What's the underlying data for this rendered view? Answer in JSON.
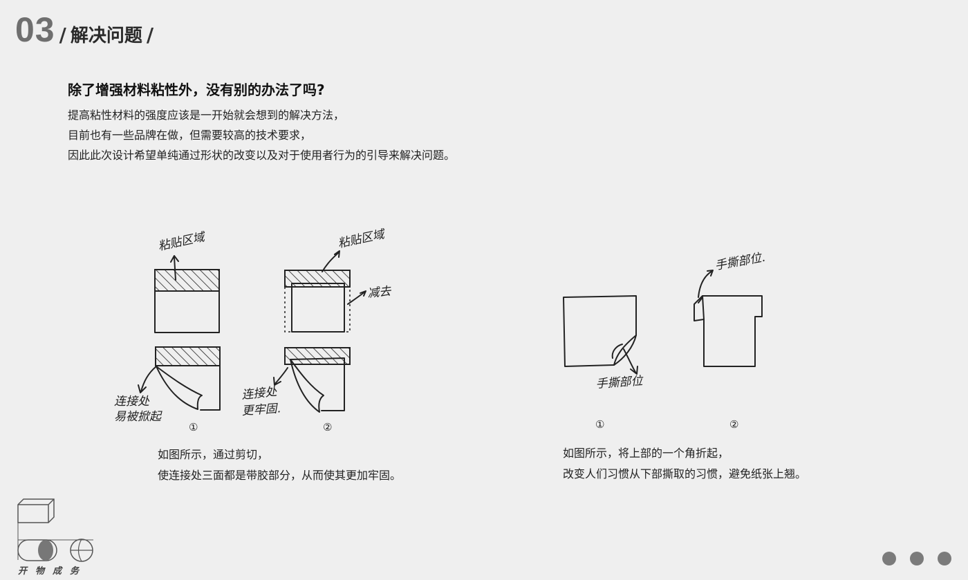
{
  "header": {
    "section_number": "03",
    "slash": "/",
    "title": "解决问题"
  },
  "intro": {
    "question": "除了增强材料粘性外，没有别的办法了吗?",
    "lines": [
      "提高粘性材料的强度应该是一开始就会想到的解决方法，",
      "目前也有一些品牌在做，但需要较高的技术要求，",
      "因此此次设计希望单纯通过形状的改变以及对于使用者行为的引导来解决问题。"
    ]
  },
  "left_sketch": {
    "label_adhesive_1": "粘贴区域",
    "label_adhesive_2": "粘贴区域",
    "label_cut": "减去",
    "label_weak_1": "连接处",
    "label_weak_2": "易被掀起",
    "label_strong_1": "连接处",
    "label_strong_2": "更牢固.",
    "num_1": "①",
    "num_2": "②",
    "caption_lines": [
      "如图所示，通过剪切，",
      "使连接处三面都是带胶部分，从而使其更加牢固。"
    ]
  },
  "right_sketch": {
    "label_tear_top": "手撕部位.",
    "label_tear_bottom": "手撕部位",
    "num_1": "①",
    "num_2": "②",
    "caption_lines": [
      "如图所示，将上部的一个角折起，",
      "改变人们习惯从下部撕取的习惯，避免纸张上翘。"
    ]
  },
  "logo": {
    "text": "开物成务"
  },
  "colors": {
    "background": "#efefef",
    "section_number": "#6f6f6f",
    "dot": "#7b7b7b"
  },
  "pagination": {
    "dots": 3
  }
}
